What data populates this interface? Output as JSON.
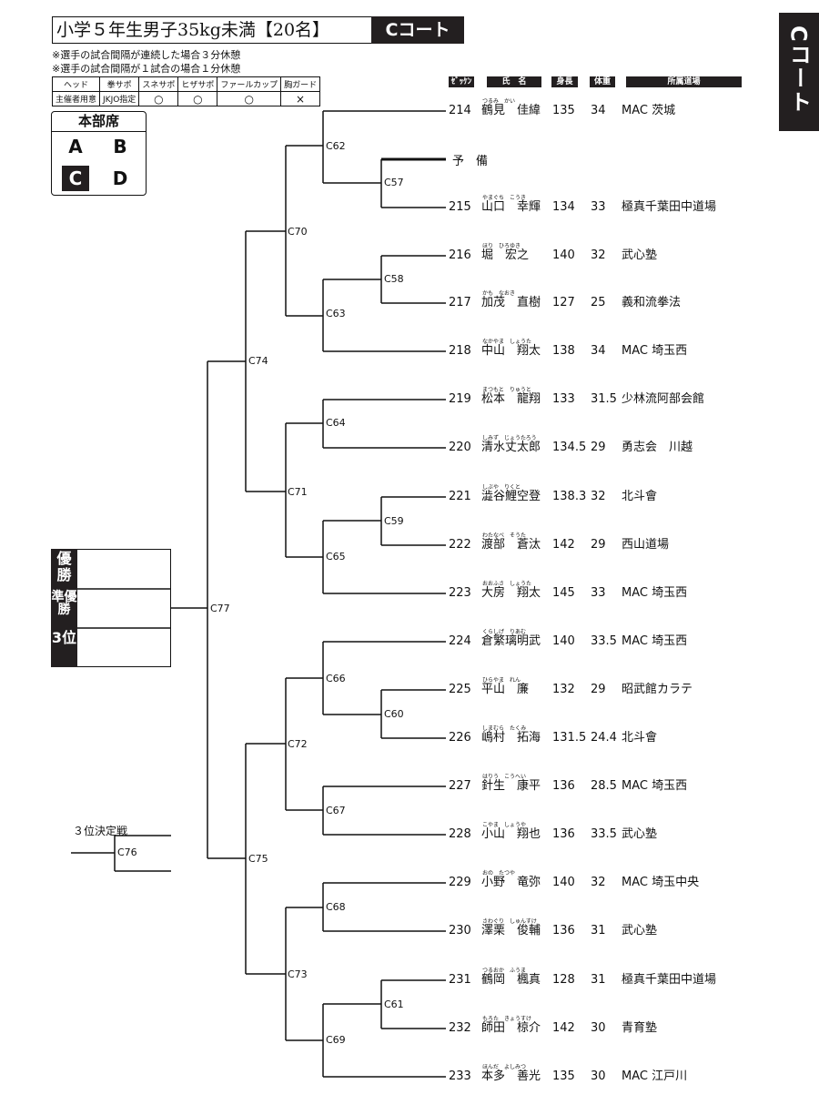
{
  "title": "小学５年生男子35kg未満【20名】",
  "court_tag": "Cコート",
  "side_tab": "Cコート",
  "notes": [
    "※選手の試合間隔が連続した場合３分休憩",
    "※選手の試合間隔が１試合の場合１分休憩"
  ],
  "equipment": {
    "headers": [
      "ヘッド",
      "拳サポ",
      "スネサポ",
      "ヒザサポ",
      "ファールカップ",
      "胸ガード"
    ],
    "values": [
      "主催者用意",
      "JKJO指定",
      "○",
      "○",
      "○",
      "×"
    ]
  },
  "honbu": {
    "title": "本部席",
    "courts": [
      "A",
      "B",
      "C",
      "D"
    ],
    "active": "C"
  },
  "columns": {
    "zekken": "ｾﾞｯｹﾝ",
    "name": "氏　名",
    "height": "身長",
    "weight": "体重",
    "dojo": "所属道場"
  },
  "reserve": "予　備",
  "entries": [
    {
      "no": "214",
      "ruby": "つるみ　かい",
      "name": "鶴見　佳緯",
      "height": "135",
      "weight": "34",
      "dojo": "MAC 茨城"
    },
    {
      "no": "215",
      "ruby": "やまぐち　こうき",
      "name": "山口　幸輝",
      "height": "134",
      "weight": "33",
      "dojo": "極真千葉田中道場"
    },
    {
      "no": "216",
      "ruby": "ほり　ひろゆき",
      "name": "堀　宏之",
      "height": "140",
      "weight": "32",
      "dojo": "武心塾"
    },
    {
      "no": "217",
      "ruby": "かも　なおき",
      "name": "加茂　直樹",
      "height": "127",
      "weight": "25",
      "dojo": "義和流拳法"
    },
    {
      "no": "218",
      "ruby": "なかやま　しょうた",
      "name": "中山　翔太",
      "height": "138",
      "weight": "34",
      "dojo": "MAC 埼玉西"
    },
    {
      "no": "219",
      "ruby": "まつもと　りゅうと",
      "name": "松本　龍翔",
      "height": "133",
      "weight": "31.5",
      "dojo": "少林流阿部会館"
    },
    {
      "no": "220",
      "ruby": "しみず　じょうたろう",
      "name": "清水丈太郎",
      "height": "134.5",
      "weight": "29",
      "dojo": "勇志会　川越"
    },
    {
      "no": "221",
      "ruby": "しぶや　りくと",
      "name": "澁谷鯉空登",
      "height": "138.3",
      "weight": "32",
      "dojo": "北斗會"
    },
    {
      "no": "222",
      "ruby": "わたなべ　そうた",
      "name": "渡部　蒼汰",
      "height": "142",
      "weight": "29",
      "dojo": "西山道場"
    },
    {
      "no": "223",
      "ruby": "おおふさ　しょうた",
      "name": "大房　翔太",
      "height": "145",
      "weight": "33",
      "dojo": "MAC 埼玉西"
    },
    {
      "no": "224",
      "ruby": "くらしげ　りあむ",
      "name": "倉繁璃明武",
      "height": "140",
      "weight": "33.5",
      "dojo": "MAC 埼玉西"
    },
    {
      "no": "225",
      "ruby": "ひらやま　れん",
      "name": "平山　廉",
      "height": "132",
      "weight": "29",
      "dojo": "昭武館カラテ"
    },
    {
      "no": "226",
      "ruby": "しまむら　たくみ",
      "name": "嶋村　拓海",
      "height": "131.5",
      "weight": "24.4",
      "dojo": "北斗會"
    },
    {
      "no": "227",
      "ruby": "はりう　こうへい",
      "name": "針生　康平",
      "height": "136",
      "weight": "28.5",
      "dojo": "MAC 埼玉西"
    },
    {
      "no": "228",
      "ruby": "こやま　しょうや",
      "name": "小山　翔也",
      "height": "136",
      "weight": "33.5",
      "dojo": "武心塾"
    },
    {
      "no": "229",
      "ruby": "おの　たつや",
      "name": "小野　竜弥",
      "height": "140",
      "weight": "32",
      "dojo": "MAC 埼玉中央"
    },
    {
      "no": "230",
      "ruby": "さわぐり　しゅんすけ",
      "name": "澤栗　俊輔",
      "height": "136",
      "weight": "31",
      "dojo": "武心塾"
    },
    {
      "no": "231",
      "ruby": "つるおか　ふうま",
      "name": "鶴岡　楓真",
      "height": "128",
      "weight": "31",
      "dojo": "極真千葉田中道場"
    },
    {
      "no": "232",
      "ruby": "もろた　きょうすけ",
      "name": "師田　椋介",
      "height": "142",
      "weight": "30",
      "dojo": "青育塾"
    },
    {
      "no": "233",
      "ruby": "ほんだ　よしみつ",
      "name": "本多　善光",
      "height": "135",
      "weight": "30",
      "dojo": "MAC 江戸川"
    }
  ],
  "matches": [
    "C57",
    "C58",
    "C59",
    "C60",
    "C61",
    "C62",
    "C63",
    "C64",
    "C65",
    "C66",
    "C67",
    "C68",
    "C69",
    "C70",
    "C71",
    "C72",
    "C73",
    "C74",
    "C75",
    "C77",
    "C76"
  ],
  "results": [
    "優勝",
    "準優勝",
    "3位"
  ],
  "third_place": "３位決定戦"
}
